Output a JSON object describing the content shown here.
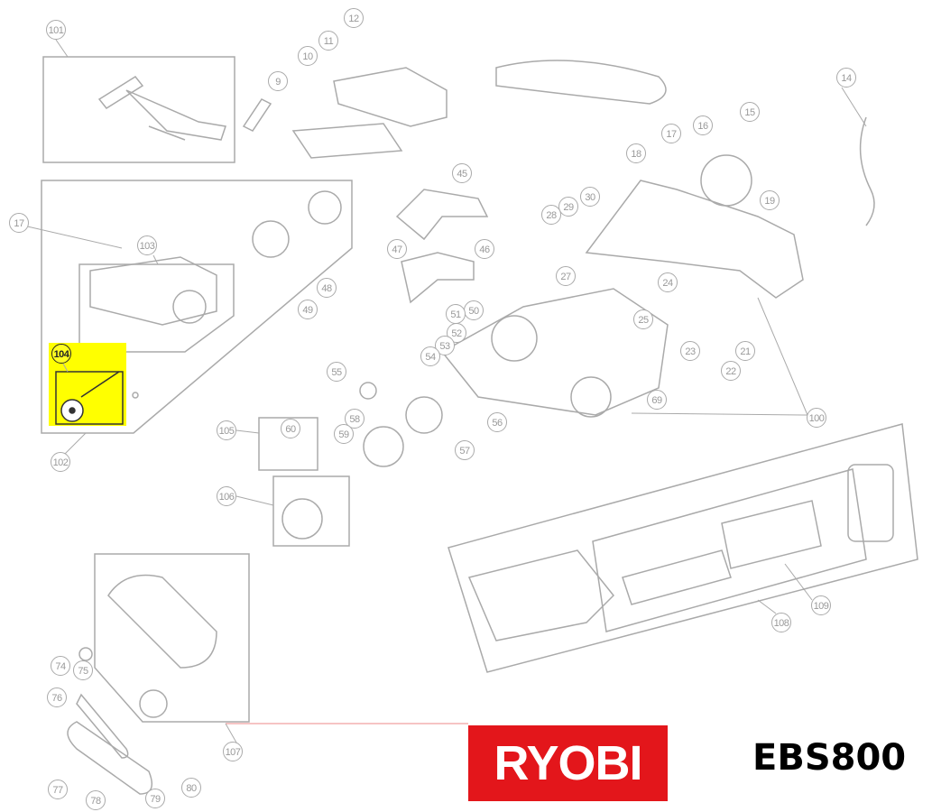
{
  "brand": "RYOBI",
  "model": "EBS800",
  "highlight_color": "#ffff00",
  "brand_color": "#e3161b",
  "callouts": {
    "c101": "101",
    "c12": "12",
    "c11": "11",
    "c10": "10",
    "c9": "9",
    "c14": "14",
    "c15": "15",
    "c16": "16",
    "c17a": "17",
    "c18": "18",
    "c19": "19",
    "c45": "45",
    "c30": "30",
    "c29": "29",
    "c28": "28",
    "c17b": "17",
    "c103": "103",
    "c47": "47",
    "c46": "46",
    "c27": "27",
    "c24": "24",
    "c48": "48",
    "c50": "50",
    "c51": "51",
    "c52": "52",
    "c53": "53",
    "c54": "54",
    "c49": "49",
    "c25": "25",
    "c23": "23",
    "c21": "21",
    "c22": "22",
    "c104": "104",
    "c55": "55",
    "c69": "69",
    "c100": "100",
    "c58": "58",
    "c56": "56",
    "c57": "57",
    "c59": "59",
    "c102": "102",
    "c105": "105",
    "c60": "60",
    "c106": "106",
    "c108": "108",
    "c109": "109",
    "c74": "74",
    "c75": "75",
    "c76": "76",
    "c77": "77",
    "c78": "78",
    "c79": "79",
    "c80": "80",
    "c107": "107"
  }
}
